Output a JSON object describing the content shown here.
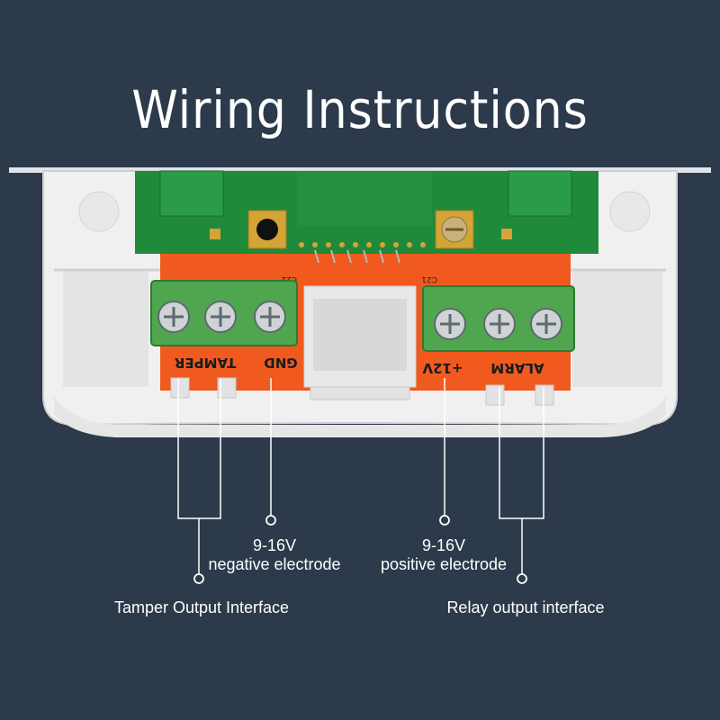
{
  "title": "Wiring Instructions",
  "board": {
    "silkscreen_left": "TAMPER",
    "silkscreen_gnd": "GND",
    "silkscreen_plus": "+12V",
    "silkscreen_alarm": "ALARM",
    "silk_c22": "C22",
    "silk_c21": "C21"
  },
  "callouts": {
    "negative_voltage": "9-16V",
    "negative_label": "negative electrode",
    "positive_voltage": "9-16V",
    "positive_label": "positive electrode",
    "tamper": "Tamper Output Interface",
    "relay": "Relay output interface"
  },
  "colors": {
    "background": "#2c3a4b",
    "pcb_green": "#1f8a3a",
    "pcb_orange": "#f05a1e",
    "terminal_green": "#4fa64f",
    "housing": "#f2f2f2"
  }
}
